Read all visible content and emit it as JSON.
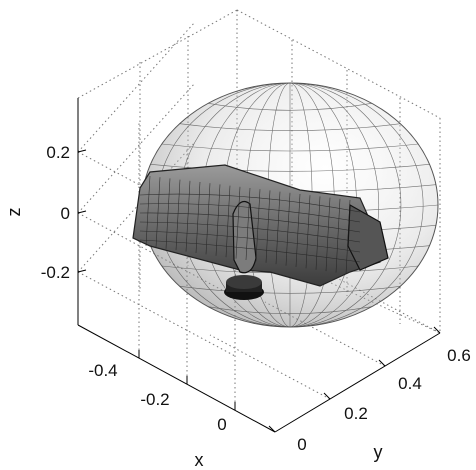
{
  "chart_data": {
    "type": "3d-surface",
    "grid": true,
    "box": "partial",
    "axes": {
      "x": {
        "label": "x",
        "ticks": [
          "-0.4",
          "-0.2",
          "0"
        ]
      },
      "y": {
        "label": "y",
        "ticks": [
          "0",
          "0.2",
          "0.4",
          "0.6"
        ]
      },
      "z": {
        "label": "z",
        "ticks": [
          "0.2",
          "0",
          "-0.2"
        ]
      }
    },
    "objects": [
      {
        "name": "ellipsoid",
        "style": "transparent grey wireframe"
      },
      {
        "name": "handheld-tool",
        "style": "dark grey mesh"
      }
    ]
  }
}
